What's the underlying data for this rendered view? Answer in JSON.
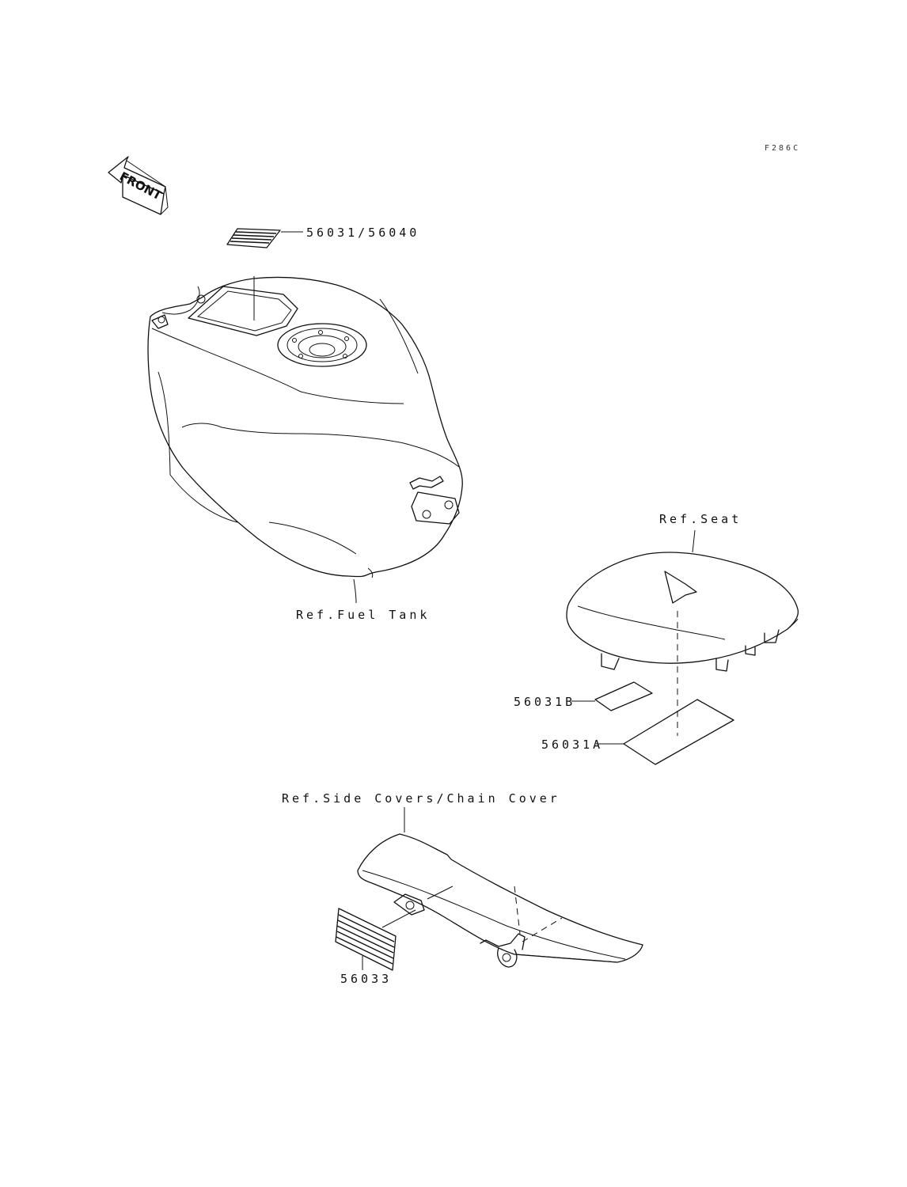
{
  "diagram_code": "F286C",
  "front_arrow": {
    "text": "FRONT",
    "icon": "front-arrow-icon"
  },
  "labels": {
    "decal_tank": "56031/56040",
    "fuel_tank": "Ref.Fuel Tank",
    "seat": "Ref.Seat",
    "decal_b": "56031B",
    "decal_a": "56031A",
    "side_covers": "Ref.Side Covers/Chain Cover",
    "decal_chain": "56033"
  },
  "colors": {
    "line": "#111111",
    "background": "#ffffff"
  }
}
